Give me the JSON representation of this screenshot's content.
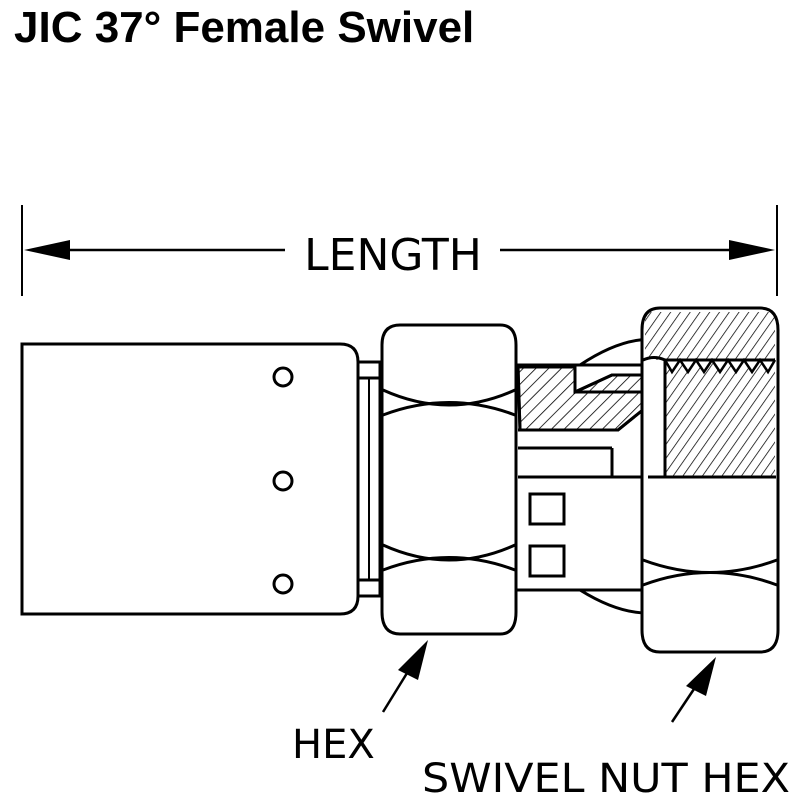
{
  "title": "JIC 37° Female Swivel",
  "labels": {
    "length": "LENGTH",
    "hex": "HEX",
    "swivel_nut_hex": "SWIVEL NUT HEX"
  },
  "colors": {
    "line": "#000000",
    "background": "#ffffff"
  }
}
